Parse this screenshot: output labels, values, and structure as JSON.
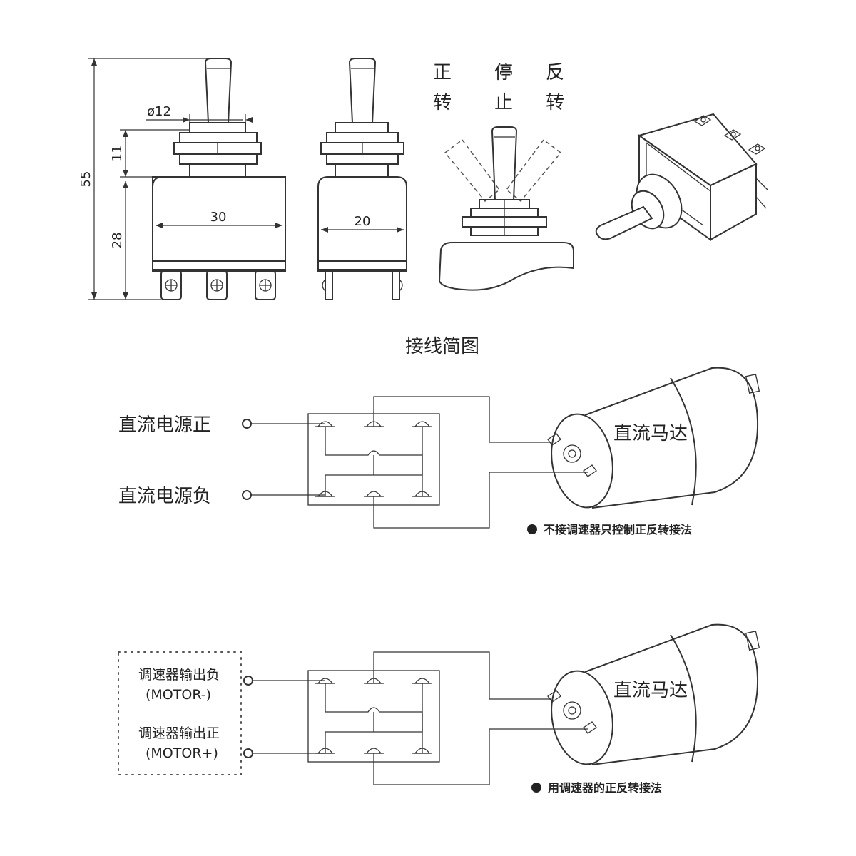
{
  "dimensions": {
    "overall_height": "55",
    "stem_diameter": "ø12",
    "bushing_height": "11",
    "body_height": "28",
    "body_width": "30",
    "body_depth": "20"
  },
  "positions": {
    "forward_top": "正",
    "forward_bottom": "转",
    "stop_top": "停",
    "stop_bottom": "止",
    "reverse_top": "反",
    "reverse_bottom": "转"
  },
  "wiring": {
    "title": "接线简图",
    "diagram1": {
      "power_positive": "直流电源正",
      "power_negative": "直流电源负",
      "motor_label": "直流马达",
      "caption": "不接调速器只控制正反转接法"
    },
    "diagram2": {
      "controller_neg": "调速器输出负",
      "controller_neg_en": "(MOTOR-)",
      "controller_pos": "调速器输出正",
      "controller_pos_en": "(MOTOR+)",
      "motor_label": "直流马达",
      "caption": "用调速器的正反转接法"
    }
  },
  "icons": [
    "toggle-switch-front-view",
    "toggle-switch-side-view",
    "toggle-positions-view",
    "toggle-switch-3d-view",
    "dc-motor"
  ]
}
